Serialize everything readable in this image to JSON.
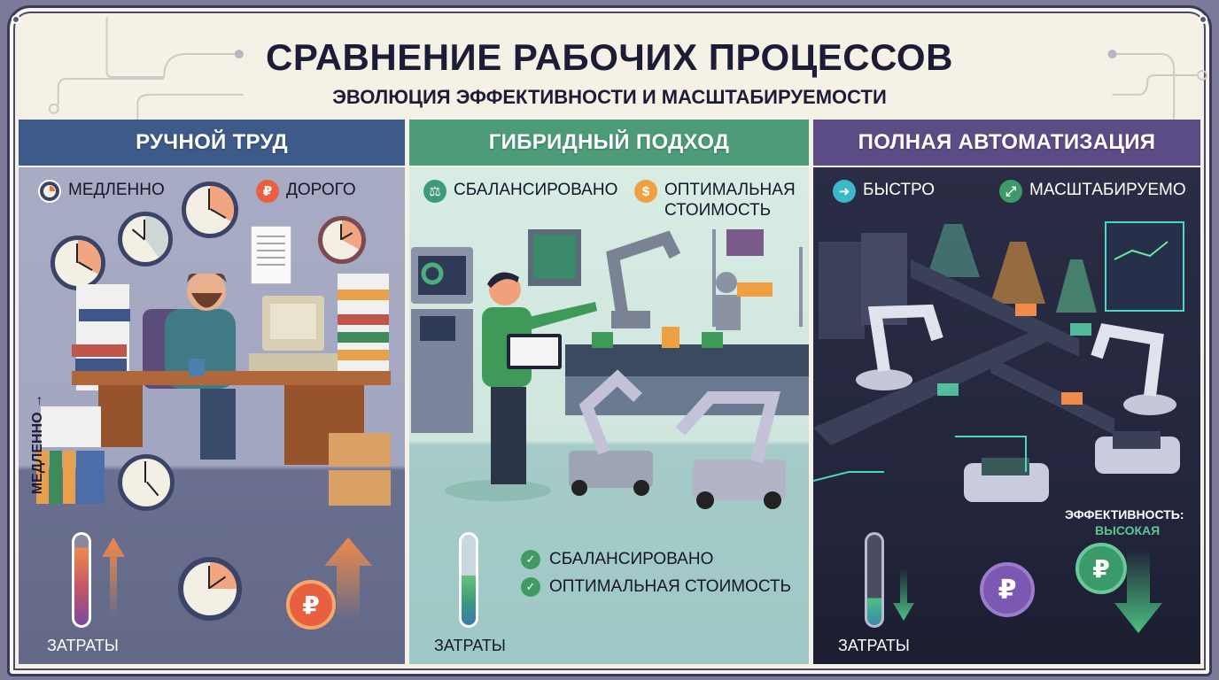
{
  "header": {
    "title": "СРАВНЕНИЕ РАБОЧИХ ПРОЦЕССОВ",
    "subtitle": "ЭВОЛЮЦИЯ ЭФФЕКТИВНОСТИ И МАСШТАБИРУЕМОСТИ"
  },
  "colors": {
    "manual": "#3e5a8a",
    "hybrid": "#4c9c78",
    "automation": "#5c4c86",
    "accent_orange": "#e8734a",
    "accent_green": "#3f9a64"
  },
  "panels": [
    {
      "title": "РУЧНОЙ ТРУД",
      "badges": [
        {
          "icon": "clock-icon",
          "label": "МЕДЛЕННО"
        },
        {
          "icon": "ruble-icon",
          "label": "ДОРОГО"
        }
      ],
      "side_label": "МЕДЛЕННО →",
      "cost_label": "ЗАТРАТЫ",
      "cost_level": "high",
      "cost_trend": "up"
    },
    {
      "title": "ГИБРИДНЫЙ ПОДХОД",
      "badges": [
        {
          "icon": "scales-icon",
          "label": "СБАЛАНСИРОВАНО"
        },
        {
          "icon": "dollar-icon",
          "label": "ОПТИМАЛЬНАЯ СТОИМОСТЬ"
        }
      ],
      "checklist": [
        "СБАЛАНСИРОВАНО",
        "ОПТИМАЛЬНАЯ СТОИМОСТЬ"
      ],
      "cost_label": "ЗАТРАТЫ",
      "cost_level": "medium"
    },
    {
      "title": "ПОЛНАЯ АВТОМАТИЗАЦИЯ",
      "badges": [
        {
          "icon": "arrow-right-icon",
          "label": "БЫСТРО"
        },
        {
          "icon": "expand-icon",
          "label": "МАСШТАБИРУЕМО"
        }
      ],
      "efficiency_label": "ЭФФЕКТИВНОСТЬ:",
      "efficiency_value": "ВЫСОКАЯ",
      "cost_label": "ЗАТРАТЫ",
      "cost_level": "low",
      "cost_trend": "down"
    }
  ],
  "icons": {
    "ruble": "₽",
    "dollar": "$",
    "check": "✓",
    "arrow_right": "➜",
    "expand": "⤢",
    "scales": "⚖"
  }
}
